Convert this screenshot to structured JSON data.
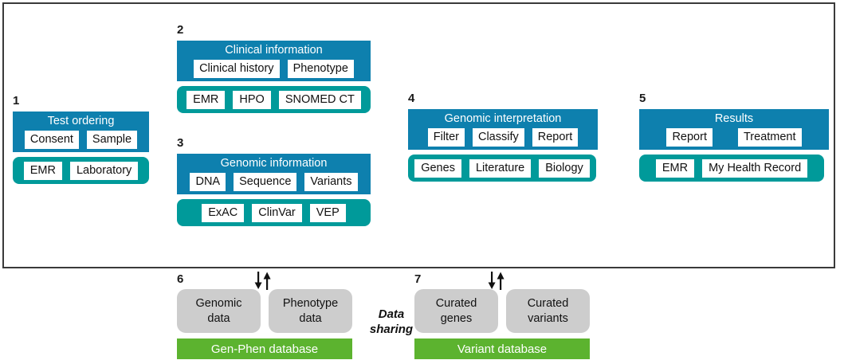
{
  "diagram": {
    "frame_border_color": "#3a3a3a",
    "palette": {
      "primary_blue": "#0e80ae",
      "resource_teal": "#009a9a",
      "database_green": "#5cb32f",
      "card_gray": "#cdcdcd"
    },
    "data_sharing_label": "Data\nsharing",
    "data_sharing_line1": "Data",
    "data_sharing_line2": "sharing"
  },
  "stages": [
    {
      "number": "1",
      "title": "Test ordering",
      "steps": [
        "Consent",
        "Sample"
      ],
      "resources": [
        "EMR",
        "Laboratory"
      ]
    },
    {
      "number": "2",
      "title": "Clinical information",
      "steps": [
        "Clinical history",
        "Phenotype"
      ],
      "resources": [
        "EMR",
        "HPO",
        "SNOMED CT"
      ]
    },
    {
      "number": "3",
      "title": "Genomic information",
      "steps": [
        "DNA",
        "Sequence",
        "Variants"
      ],
      "resources": [
        "ExAC",
        "ClinVar",
        "VEP"
      ]
    },
    {
      "number": "4",
      "title": "Genomic interpretation",
      "steps": [
        "Filter",
        "Classify",
        "Report"
      ],
      "resources": [
        "Genes",
        "Literature",
        "Biology"
      ]
    },
    {
      "number": "5",
      "title": "Results",
      "steps": [
        "Report",
        "Treatment"
      ],
      "resources": [
        "EMR",
        "My Health Record"
      ]
    }
  ],
  "databases": [
    {
      "number": "6",
      "cards": [
        "Genomic\ndata",
        "Phenotype\ndata"
      ],
      "card_line1": [
        "Genomic",
        "Phenotype"
      ],
      "card_line2": [
        "data",
        "data"
      ],
      "bar_label": "Gen-Phen database"
    },
    {
      "number": "7",
      "cards": [
        "Curated\ngenes",
        "Curated\nvariants"
      ],
      "card_line1": [
        "Curated",
        "Curated"
      ],
      "card_line2": [
        "genes",
        "variants"
      ],
      "bar_label": "Variant database"
    }
  ]
}
